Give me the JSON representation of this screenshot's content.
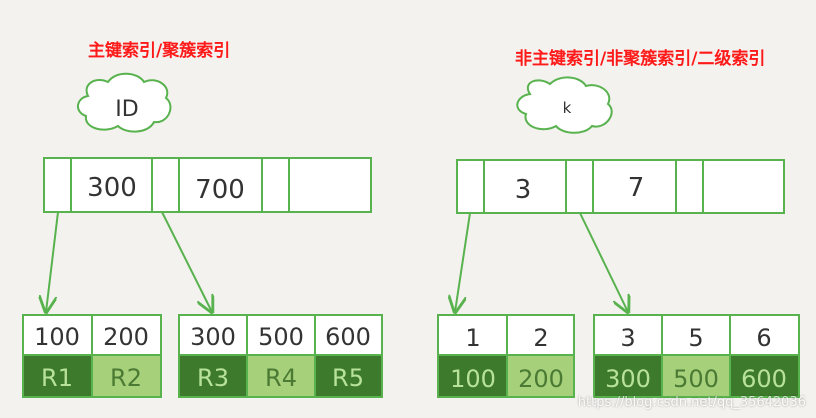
{
  "colors": {
    "background": "#f3f2ee",
    "line": "#58b24e",
    "title": "#ff1a1a",
    "ink": "#333333",
    "dark_green": "#3d7a2c",
    "light_green": "#a6d07a",
    "cell_fill": "#ffffff"
  },
  "left": {
    "title": "主键索引/聚簇索引",
    "cloud_label": "ID",
    "root_keys": [
      "300",
      "700",
      ""
    ],
    "leaf_groups": [
      {
        "keys": [
          "100",
          "200"
        ],
        "values": [
          "R1",
          "R2"
        ]
      },
      {
        "keys": [
          "300",
          "500",
          "600"
        ],
        "values": [
          "R3",
          "R4",
          "R5"
        ]
      }
    ]
  },
  "right": {
    "title": "非主键索引/非聚簇索引/二级索引",
    "cloud_label": "k",
    "root_keys": [
      "3",
      "7",
      ""
    ],
    "leaf_groups": [
      {
        "keys": [
          "1",
          "2"
        ],
        "values": [
          "100",
          "200"
        ]
      },
      {
        "keys": [
          "3",
          "5",
          "6"
        ],
        "values": [
          "300",
          "500",
          "600"
        ]
      }
    ]
  },
  "watermark": "https://blog.csdn.net/qq_35642036"
}
